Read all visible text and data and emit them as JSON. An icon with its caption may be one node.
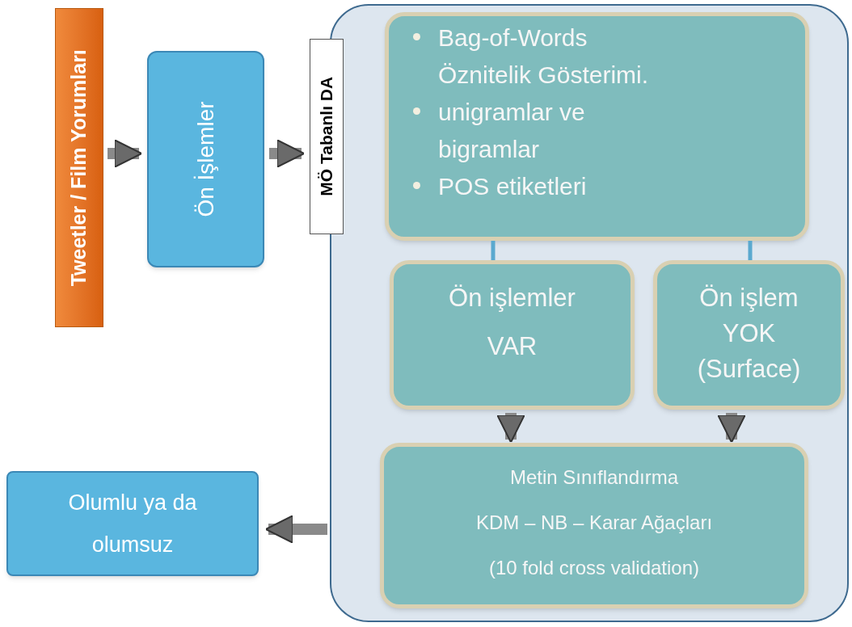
{
  "diagram": {
    "nodes": [
      {
        "text": [
          "Tweetler / Film Yorumları"
        ]
      },
      {
        "text": [
          "Ön İşlemler"
        ]
      },
      {
        "text": [
          "MÖ Tabanlı DA"
        ]
      },
      {
        "text": [
          "Bag-of-Words Öznitelik Gösterimi.",
          "unigramlar ve bigramlar",
          "POS etiketleri"
        ],
        "in": 2
      },
      {
        "text": [
          "Ön işlemler",
          "VAR"
        ],
        "in": 2
      },
      {
        "text": [
          "Ön işlem YOK (Surface)"
        ],
        "in": 2
      },
      {
        "text": [
          "Metin Sınıflandırma",
          "KDM – NB – Karar Ağaçları",
          "(10 fold cross validation)"
        ],
        "in": 2
      },
      {
        "text": [
          "Olumlu ya da olumsuz"
        ]
      }
    ],
    "edges": [
      {
        "from": 0,
        "to": 1,
        "arrow": "to"
      },
      {
        "from": 1,
        "to": 2,
        "arrow": "to"
      },
      {
        "from": 3,
        "to": 4,
        "arrow": "none"
      },
      {
        "from": 3,
        "to": 5,
        "arrow": "none"
      },
      {
        "from": 4,
        "to": 6,
        "arrow": "to"
      },
      {
        "from": 5,
        "to": 6,
        "arrow": "to"
      },
      {
        "from": 2,
        "to": 7,
        "arrow": "to"
      }
    ]
  }
}
